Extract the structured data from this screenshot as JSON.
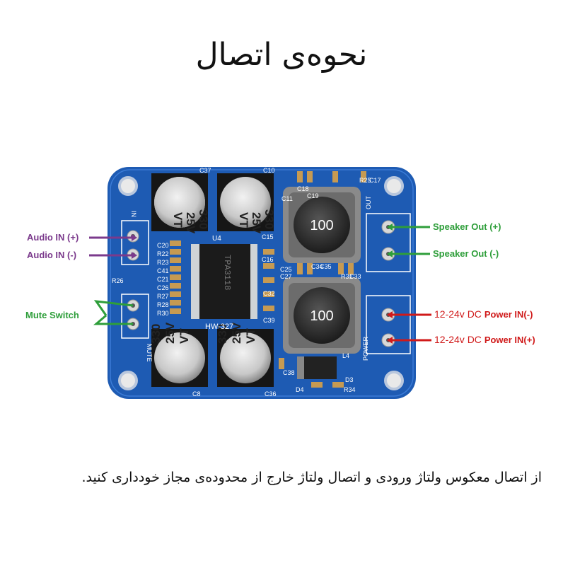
{
  "title": "نحوه‌ی اتصال",
  "note": "از اتصال معکوس ولتاژ ورودی و اتصال ولتاژ خارج از محدوده‌ی مجاز خودداری کنید.",
  "labels": {
    "audio_in_pos": "Audio IN (+)",
    "audio_in_neg": "Audio IN (-)",
    "mute_switch": "Mute Switch",
    "speaker_out_pos": "Speaker Out (+)",
    "speaker_out_neg": "Speaker Out (-)",
    "power_in_neg_range": "12-24v DC",
    "power_in_neg": "Power IN(-)",
    "power_in_pos_range": "12-24v DC",
    "power_in_pos": "Power IN(+)"
  },
  "board": {
    "model": "HW-327",
    "chip": "U4",
    "chip_text": "TPA3118",
    "capacitor_value": "330",
    "capacitor_voltage": "25V",
    "capacitor_series": "VT",
    "inductor_value": "100",
    "silk": [
      "C37",
      "C10",
      "C18",
      "C19",
      "R25",
      "C17",
      "C11",
      "C20",
      "R22",
      "R23",
      "C41",
      "C21",
      "C26",
      "R27",
      "R28",
      "R30",
      "R26",
      "C15",
      "C16",
      "C32",
      "C39",
      "C25",
      "C27",
      "C34",
      "C35",
      "R31",
      "C33",
      "C38",
      "C8",
      "C36",
      "L4",
      "D3",
      "D4",
      "R34",
      "OUT",
      "POWER",
      "MUTE",
      "IN"
    ]
  },
  "colors": {
    "board": "#1e5bb3",
    "purple": "#7b3a8c",
    "green": "#2e9e3a",
    "red": "#d01a1a"
  }
}
